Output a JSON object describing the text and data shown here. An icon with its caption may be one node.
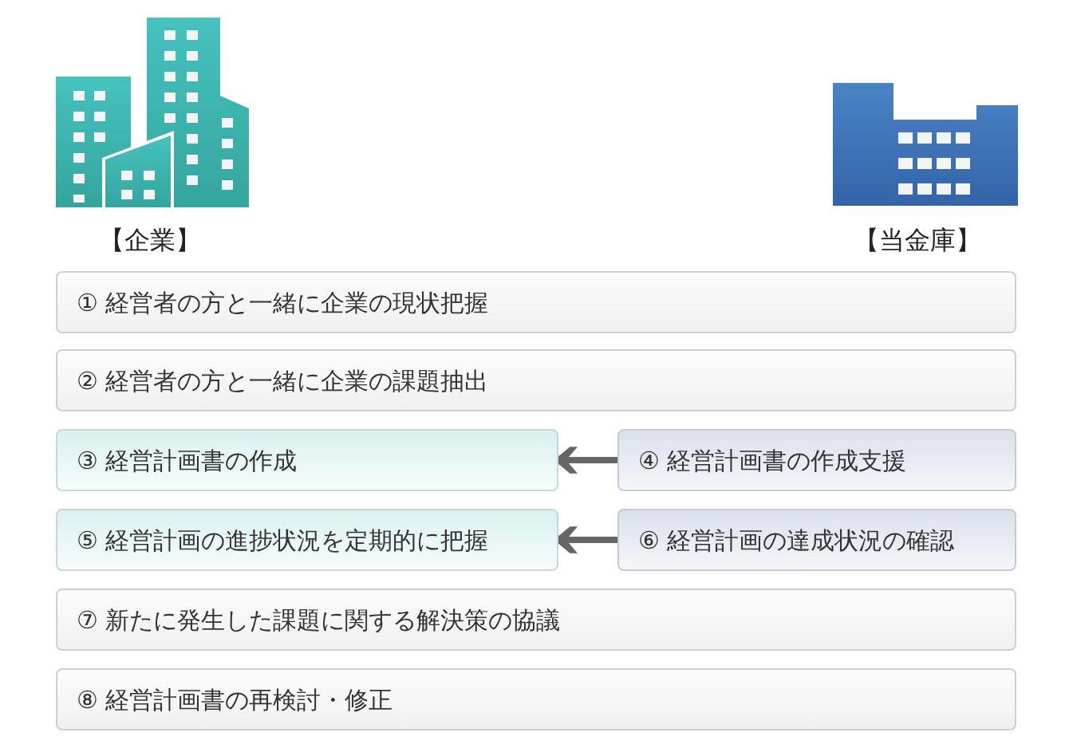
{
  "diagram": {
    "nodes": [
      {
        "text": [
          "① 経営者の方と一緒に企業の現状把握"
        ]
      },
      {
        "text": [
          "② 経営者の方と一緒に企業の課題抽出"
        ]
      },
      {
        "text": [
          "③ 経営計画書の作成"
        ]
      },
      {
        "text": [
          "④ 経営計画書の作成支援"
        ]
      },
      {
        "text": [
          "⑤ 経営計画の進捗状況を定期的に把握"
        ]
      },
      {
        "text": [
          "⑥ 経営計画の達成状況の確認"
        ]
      },
      {
        "text": [
          "⑦ 新たに発生した課題に関する解決策の協議"
        ]
      },
      {
        "text": [
          "⑧ 経営計画書の再検討・修正"
        ]
      }
    ],
    "edges": [
      {
        "from": 3,
        "to": 2,
        "arrow": "to"
      },
      {
        "from": 5,
        "to": 4,
        "arrow": "to"
      }
    ],
    "labels": [
      "【企業】",
      "【当金庫】"
    ]
  }
}
